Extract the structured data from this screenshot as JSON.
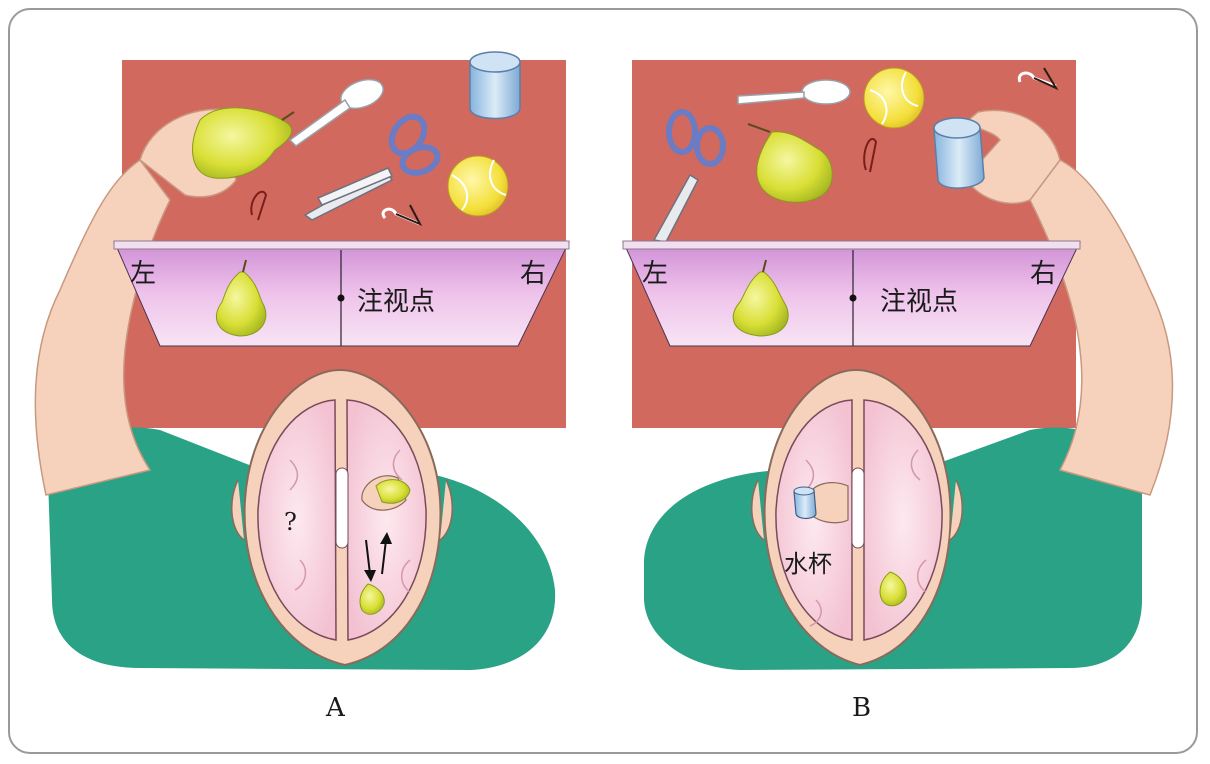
{
  "panels": [
    {
      "id": "A",
      "caption": "A",
      "screen_left_label": "左",
      "screen_right_label": "右",
      "fixation_label": "注视点",
      "brain_label": "?"
    },
    {
      "id": "B",
      "caption": "B",
      "screen_left_label": "左",
      "screen_right_label": "右",
      "fixation_label": "注视点",
      "brain_label": "水杯"
    }
  ],
  "colors": {
    "table": "#d2695e",
    "screen": "#e8b0e2",
    "shirt": "#2aa285",
    "skin": "#f6d2bd",
    "pear": "#d8e03a",
    "ball": "#f1df3d",
    "cup": "#aecde8",
    "brain": "#f7d3df"
  }
}
